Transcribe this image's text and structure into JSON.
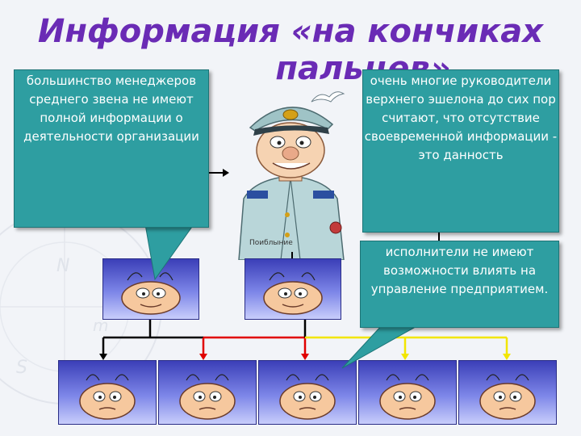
{
  "title": {
    "line1": "Информация «на кончиках",
    "line2": "пальцев»"
  },
  "callouts": {
    "middle_managers": "большинство менеджеров среднего звена не имеют полной информации о деятельности организации",
    "top_managers": "очень многие руководители верхнего эшелона до сих пор считают, что отсутствие своевременной информации - это данность",
    "executors": "исполнители не имеют возможности влиять на управление предприятием."
  },
  "caption": "Поиблыние",
  "colors": {
    "title": "#6a2bb5",
    "callout_bg": "#2e9ea1",
    "card_bg": "#5a61d4",
    "wire_black": "#000000",
    "wire_red": "#e00000",
    "wire_yellow": "#f2e600"
  }
}
